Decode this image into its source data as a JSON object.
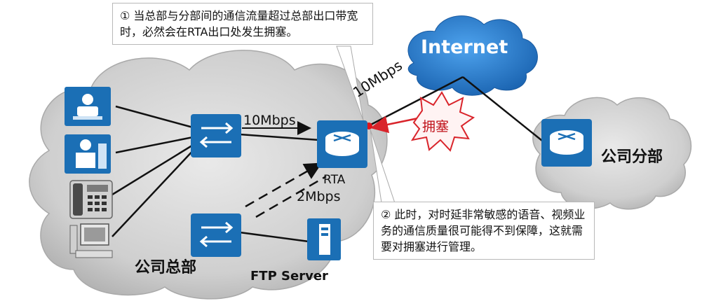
{
  "callouts": {
    "top": "① 当总部与分部间的通信流量超过总部出口带宽时，必然会在RTA出口处发生拥塞。",
    "bottom": "② 此时，对时延非常敏感的语音、视频业务的通信质量很可能得不到保障，这就需要对拥塞进行管理。"
  },
  "labels": {
    "internet": "Internet",
    "hq": "公司总部",
    "branch": "公司分部",
    "rta": "RTA",
    "ftp": "FTP Server",
    "speed_hq_link": "10Mbps",
    "speed_wan": "10Mbps",
    "speed_ftp": "2Mbps",
    "congestion": "拥塞"
  },
  "colors": {
    "device_blue": "#1b6fb5",
    "cloud_gray": "#c9c9c9",
    "internet_cloud": "#2a7fd0",
    "congestion_red": "#d9242b"
  },
  "icons": [
    "user-pc-icon",
    "admin-icon",
    "phone-icon",
    "computer-icon",
    "switch-icon",
    "router-icon",
    "server-icon",
    "congestion-burst-icon"
  ]
}
